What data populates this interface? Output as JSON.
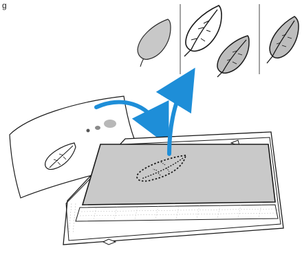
{
  "figure": {
    "caption": "g"
  },
  "palette": {
    "stroke": "#1a1a1a",
    "leaf_gray": "#c8c8c8",
    "mat_gray": "#c9c9c9",
    "arrow_blue": "#1e8ed8",
    "blot_gray": "#9a9a9a"
  },
  "steps": [
    "scan-paper-sheet",
    "mat-with-scanned-leaf",
    "leaf-filled-shape",
    "leaf-outline",
    "leaf-with-outline",
    "leaf-cut-result"
  ]
}
